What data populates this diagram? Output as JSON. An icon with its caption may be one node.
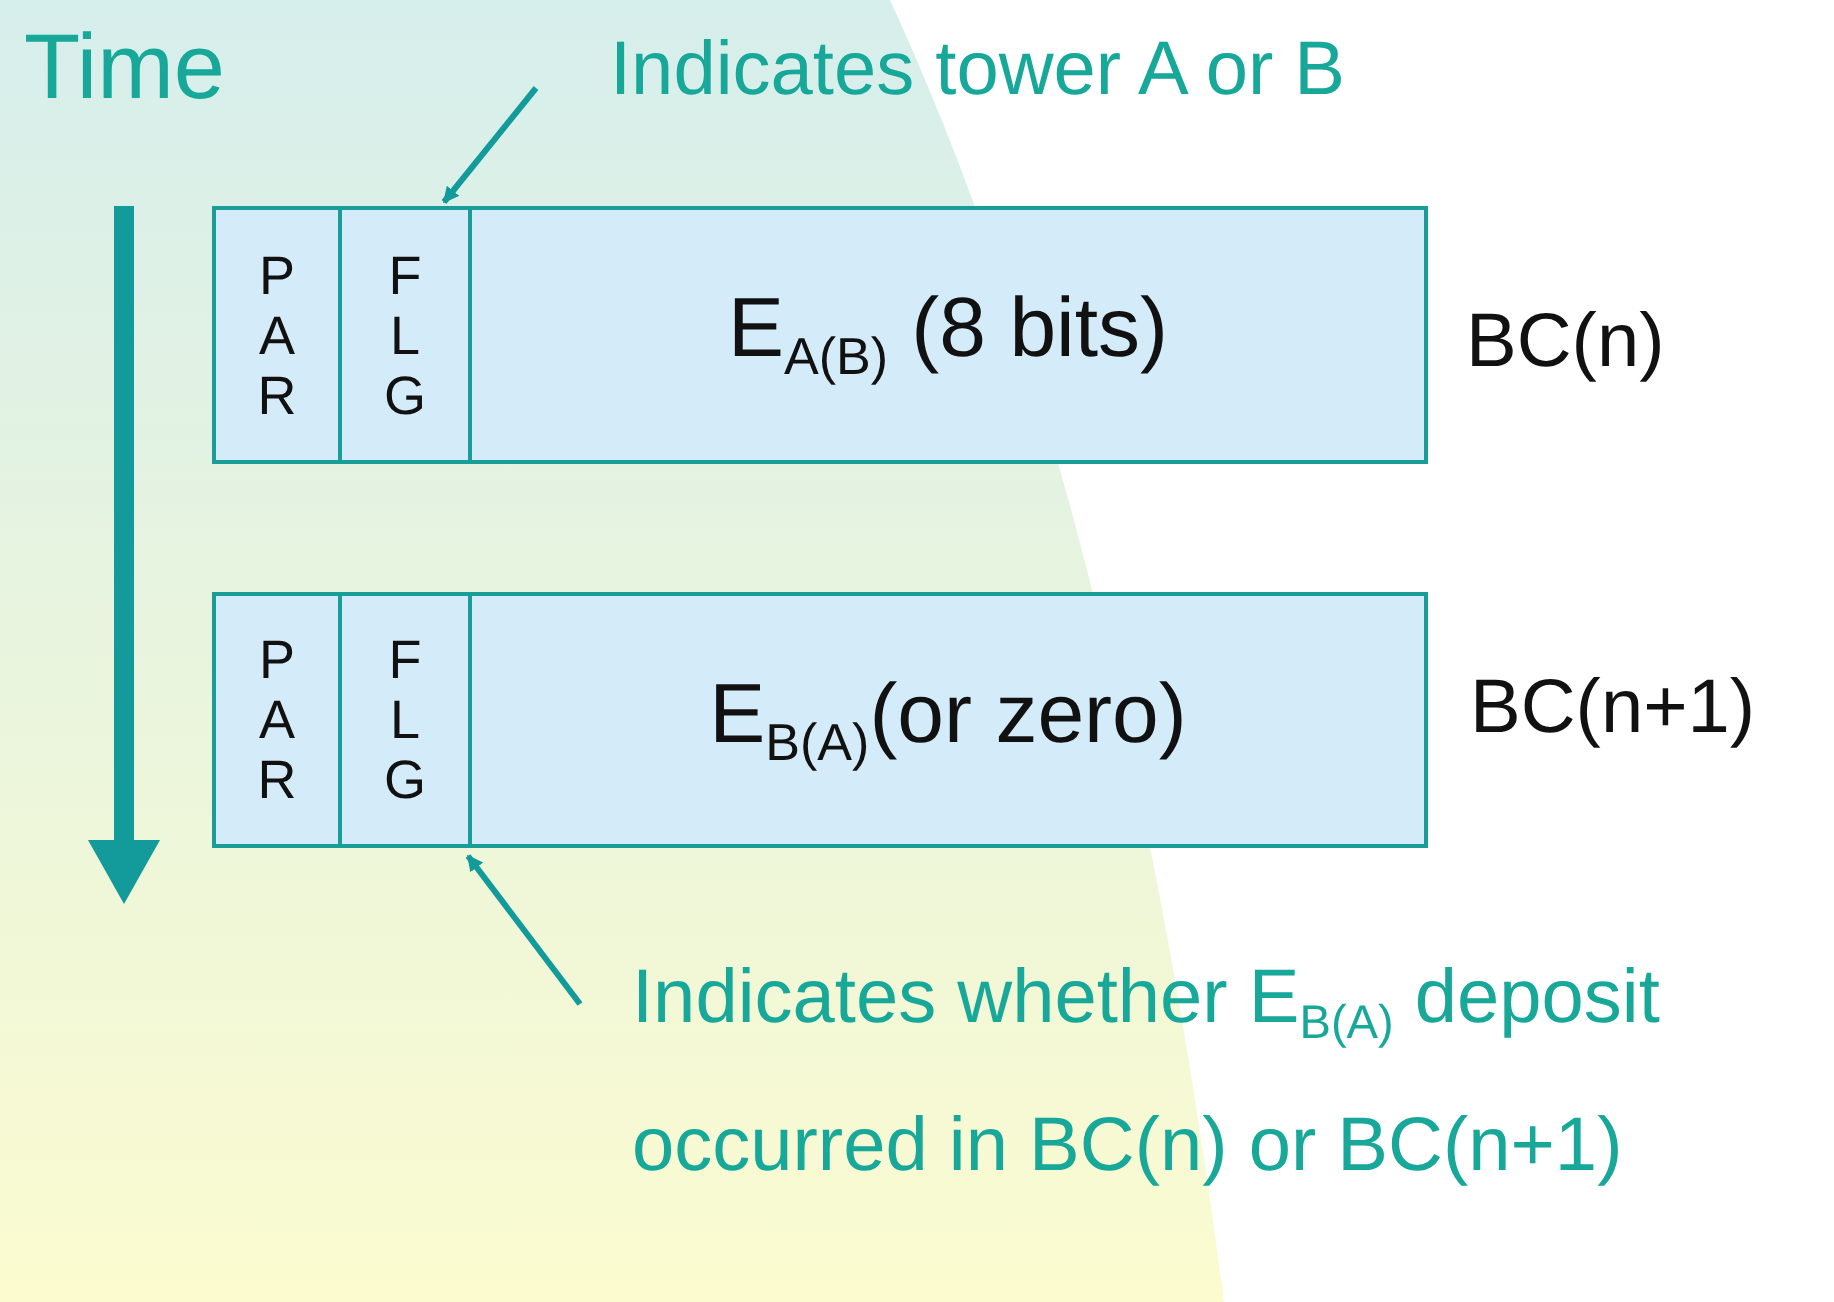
{
  "diagram": {
    "nodes": [
      {
        "text": [
          "Indicates tower A or B"
        ]
      },
      {
        "text": [
          "P A R"
        ]
      },
      {
        "text": [
          "F L G"
        ]
      },
      {
        "text": [
          "E$_{A(B)}$ (8 bits)"
        ]
      },
      {
        "text": [
          "P A R"
        ]
      },
      {
        "text": [
          "F L G"
        ]
      },
      {
        "text": [
          "E$_{B(A)}$(or zero)"
        ]
      },
      {
        "text": [
          "Indicates whether E$_{B(A)}$ deposit occurred in BC(n) or BC(n+1)"
        ]
      }
    ],
    "edges": [
      {
        "from": 0,
        "to": 2,
        "arrow": "to"
      },
      {
        "from": 7,
        "to": 5,
        "arrow": "to"
      }
    ],
    "labels": [
      "Time",
      "BC(n)",
      "BC(n+1)"
    ]
  }
}
